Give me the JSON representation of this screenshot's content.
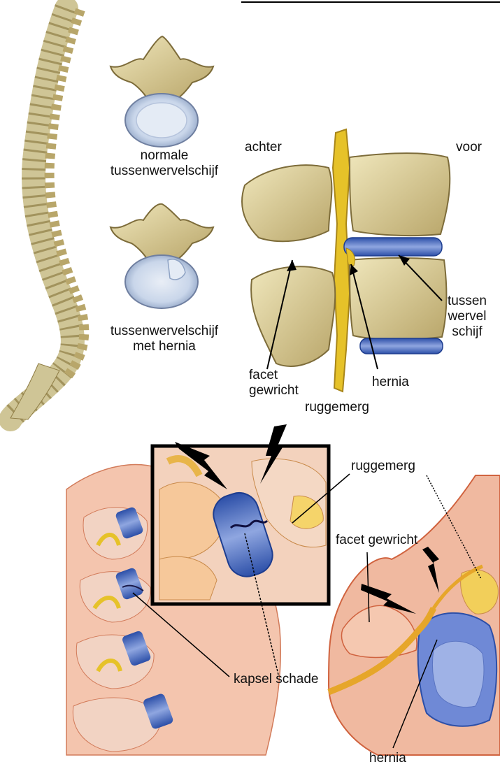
{
  "colors": {
    "bone": "#d9cf99",
    "bone_shadow": "#9e8c52",
    "disc_blue": "#4a6fc7",
    "disc_light": "#c9d6ea",
    "nerve_yellow": "#e6c229",
    "tissue_pink": "#f2b39a",
    "tissue_red": "#d9633f",
    "background": "#ffffff"
  },
  "labels": {
    "normal_disc": [
      "normale",
      "tussenwervelschijf"
    ],
    "hernia_disc": [
      "tussenwervelschijf",
      "met hernia"
    ],
    "back": "achter",
    "front": "voor",
    "disc_side": [
      "tussen",
      "wervel",
      "schijf"
    ],
    "facet_top": [
      "facet",
      "gewricht"
    ],
    "hernia_top": "hernia",
    "spinal_cord_top": "ruggemerg",
    "spinal_cord_bottom": "ruggemerg",
    "facet_bottom": "facet gewricht",
    "capsule_damage": "kapsel schade",
    "hernia_bottom": "hernia"
  },
  "icons": [
    "lightning-bolt-icon",
    "lightning-bolt-icon",
    "lightning-bolt-icon",
    "lightning-bolt-icon"
  ]
}
